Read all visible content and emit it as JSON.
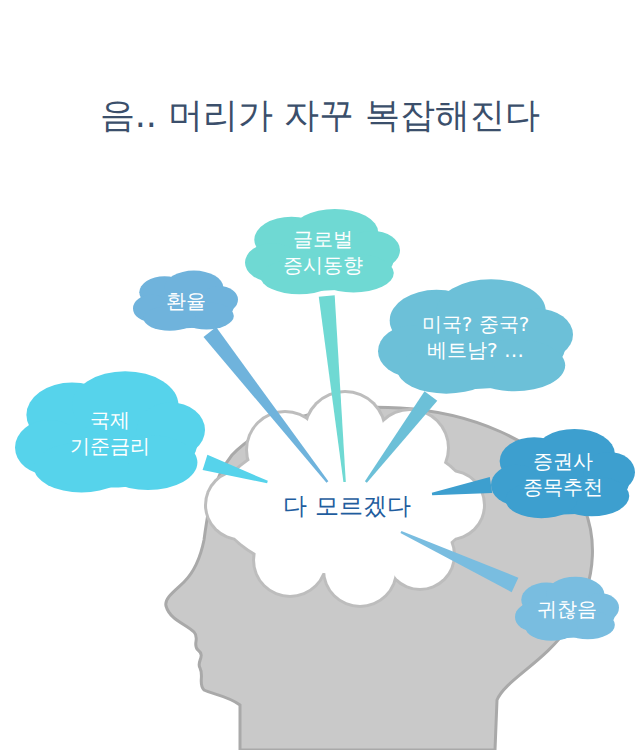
{
  "diagram": {
    "title": "음.. 머리가 자꾸 복잡해진다",
    "nodes": [
      {
        "text": [
          "글로벌 증시동향"
        ]
      },
      {
        "text": [
          "환율"
        ]
      },
      {
        "text": [
          "미국? 중국? 베트남? …"
        ]
      },
      {
        "text": [
          "국제 기준금리"
        ]
      },
      {
        "text": [
          "증권사 종목추천"
        ]
      },
      {
        "text": [
          "다 모르겠다"
        ]
      },
      {
        "text": [
          "귀찮음"
        ]
      }
    ],
    "edges": [
      {
        "from": 5,
        "to": 0,
        "arrow": "none"
      },
      {
        "from": 5,
        "to": 1,
        "arrow": "none"
      },
      {
        "from": 5,
        "to": 2,
        "arrow": "none"
      },
      {
        "from": 5,
        "to": 3,
        "arrow": "none"
      },
      {
        "from": 5,
        "to": 4,
        "arrow": "none"
      },
      {
        "from": 5,
        "to": 6,
        "arrow": "none"
      }
    ]
  }
}
